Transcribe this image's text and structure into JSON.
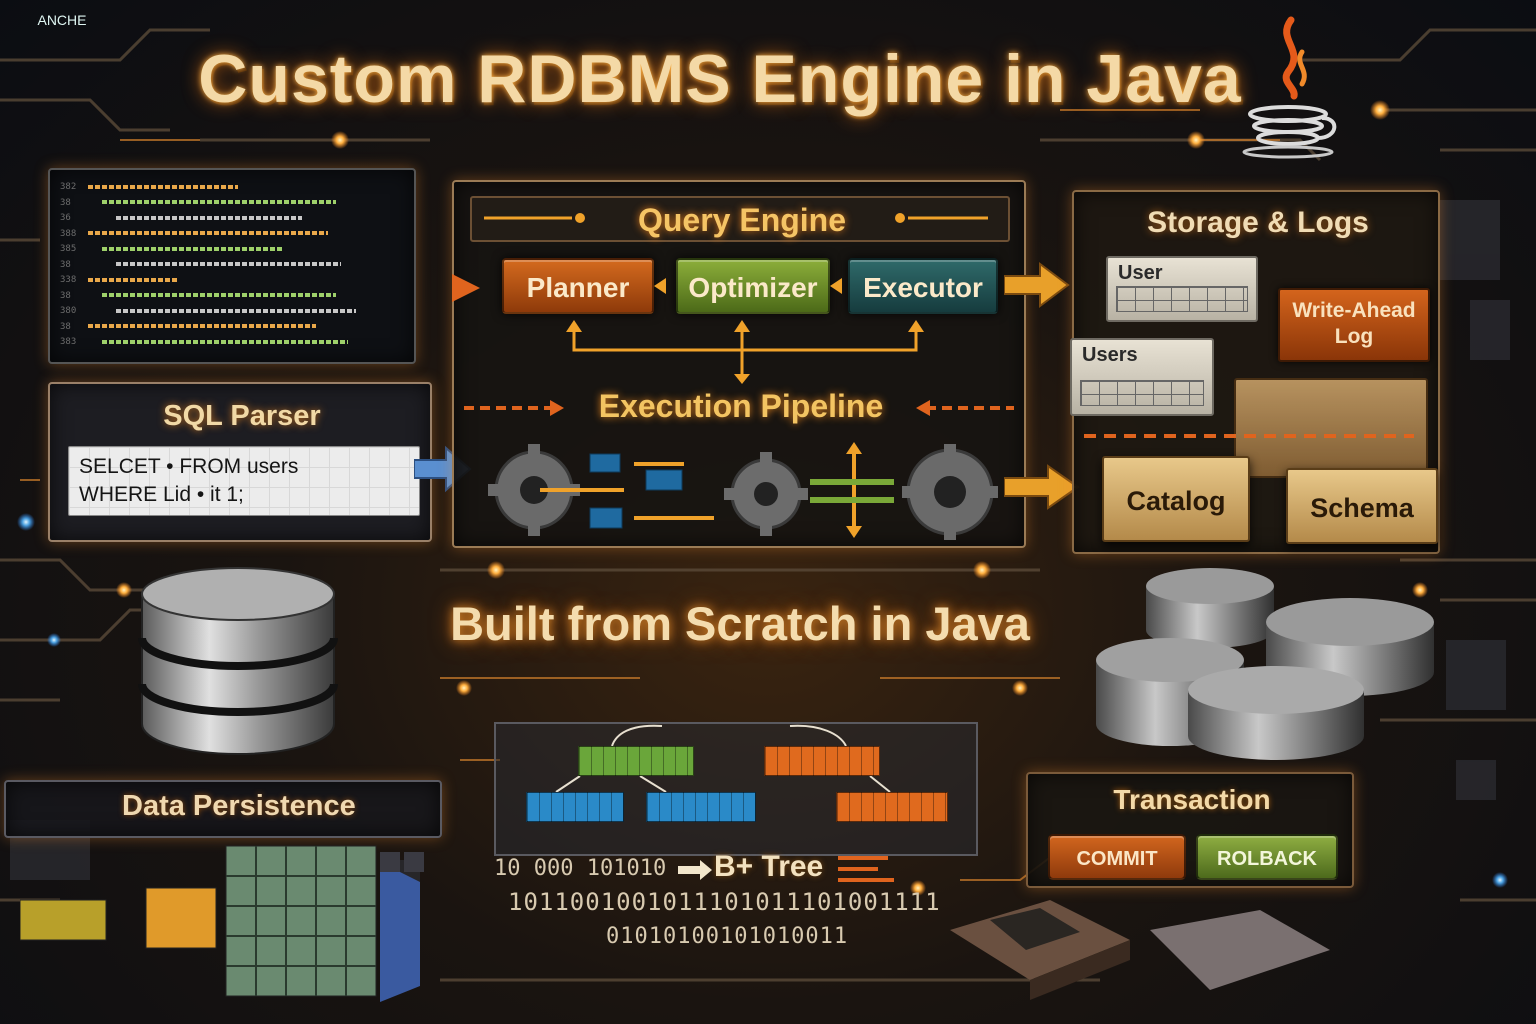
{
  "title": "Custom RDBMS Engine in Java",
  "code_editor": {
    "line_numbers": [
      "382",
      "38",
      "36",
      "388",
      "385",
      "38",
      "338",
      "38",
      "380",
      "38",
      "383"
    ]
  },
  "sql_parser": {
    "title": "SQL Parser",
    "query_line1": "SELCET • FROM users",
    "query_line2": "WHERE Lid • it 1;"
  },
  "query_engine": {
    "title": "Query Engine",
    "stages": [
      "Planner",
      "Optimizer",
      "Executor"
    ],
    "pipeline_title": "Execution Pipeline"
  },
  "storage": {
    "title": "Storage & Logs",
    "table1": "User",
    "table2": "Users",
    "wal_line1": "Write-Ahead",
    "wal_line2": "Log",
    "folder1": "Catalog",
    "folder2": "Schema"
  },
  "banner": "Built from Scratch in Java",
  "btree": {
    "root_label": "ANCHE",
    "label": "B+ Tree",
    "binary_prefix": "10  000  101010",
    "binary_row1": "1011001001011101011101001111",
    "binary_row2": "01010100101010011"
  },
  "data_persistence": {
    "label": "Data Persistence"
  },
  "transaction": {
    "title": "Transaction",
    "commit": "COMMIT",
    "rollback": "ROLBACK"
  },
  "colors": {
    "accent_orange": "#e07a1a",
    "planner": "#d46a1e",
    "optimizer": "#8cae3a",
    "executor": "#2f6a6a",
    "title_glow": "#ffb347"
  },
  "icons": [
    "java-cup-icon",
    "database-cylinder-icon",
    "gear-icon",
    "folder-icon",
    "arrow-right-icon"
  ]
}
